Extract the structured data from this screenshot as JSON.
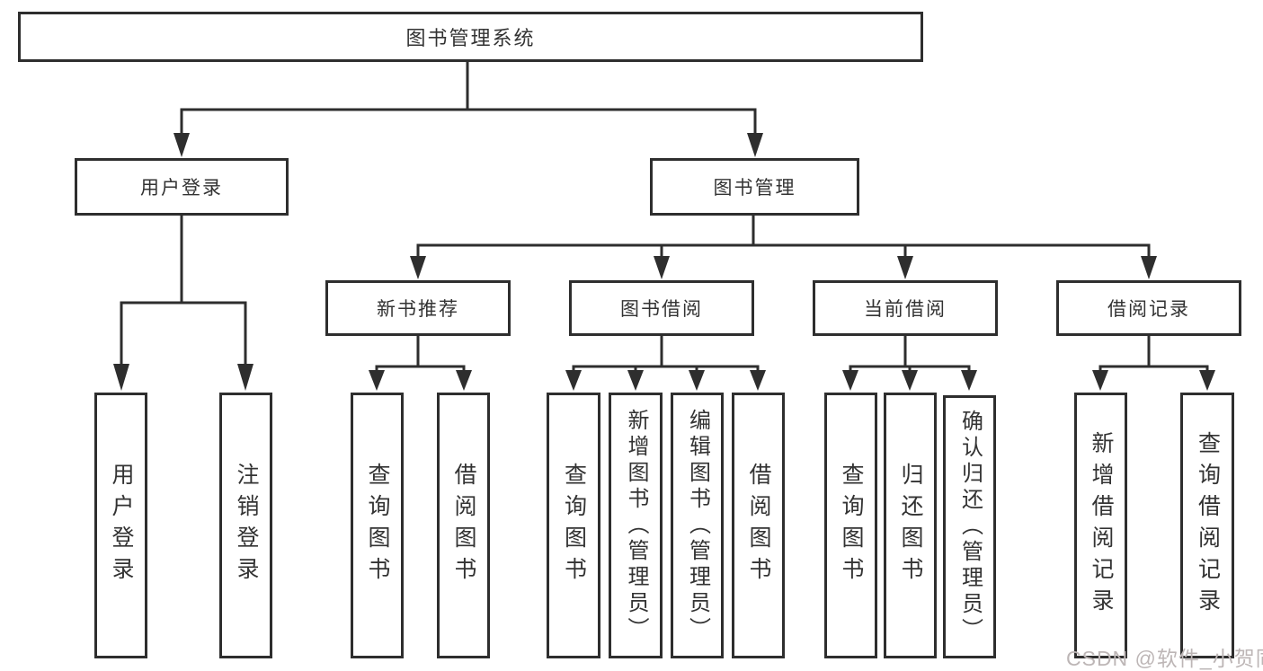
{
  "diagram": {
    "title": "图书管理系统",
    "branches": {
      "user_login": {
        "label": "用户登录",
        "children": [
          "用户登录",
          "注销登录"
        ]
      },
      "book_management": {
        "label": "图书管理",
        "groups": {
          "new_book_recommend": {
            "label": "新书推荐",
            "children": [
              "查询图书",
              "借阅图书"
            ]
          },
          "book_borrow": {
            "label": "图书借阅",
            "children": [
              "查询图书",
              "新增图书（管理员）",
              "编辑图书（管理员）",
              "借阅图书"
            ]
          },
          "current_borrow": {
            "label": "当前借阅",
            "children": [
              "查询图书",
              "归还图书",
              "确认归还（管理员）"
            ]
          },
          "borrow_record": {
            "label": "借阅记录",
            "children": [
              "新增借阅记录",
              "查询借阅记录"
            ]
          }
        }
      }
    }
  },
  "watermark": "CSDN @软件_小贺同学",
  "colors": {
    "line": "#2e2e2e",
    "text": "#333333",
    "background": "#ffffff",
    "watermark": "#bdb6b6"
  }
}
